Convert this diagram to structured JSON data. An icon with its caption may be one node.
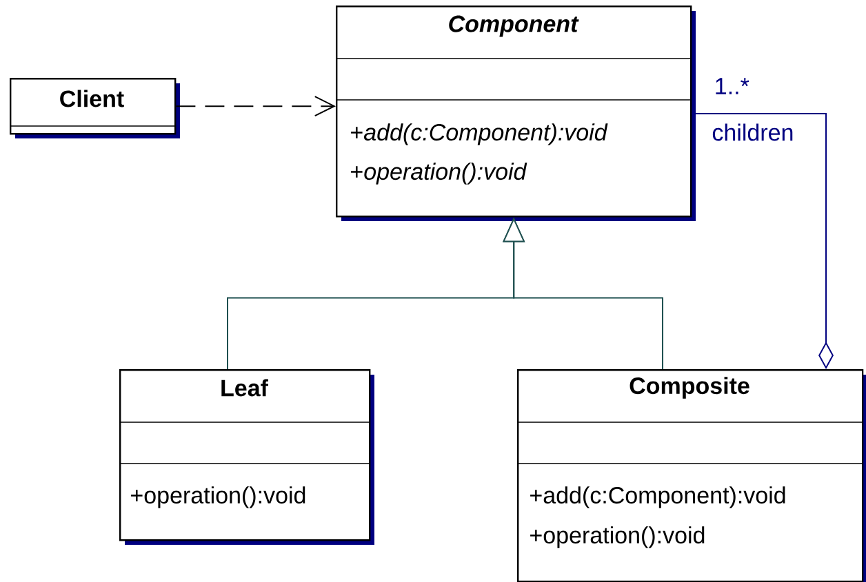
{
  "diagram": {
    "nodes": [
      {
        "text": [
          "Client"
        ]
      },
      {
        "text": [
          "Component",
          "+*add(c:Component):void*",
          "+*operation():void*"
        ]
      },
      {
        "text": [
          "Leaf",
          "+operation():void"
        ]
      },
      {
        "text": [
          "Composite",
          "+add(c:Component):void",
          "+operation():void"
        ]
      }
    ],
    "edges": [
      {
        "from": 0,
        "to": 1,
        "arrow": "to",
        "style": "dashed",
        "color": "#000000"
      },
      {
        "from": 2,
        "to": 1,
        "arrow": "to"
      },
      {
        "from": 3,
        "to": 1,
        "arrow": "to"
      },
      {
        "from": 1,
        "to": 3,
        "arrow": "other",
        "label": "1..*",
        "color": "#000080"
      }
    ],
    "labels": [
      "children"
    ]
  }
}
